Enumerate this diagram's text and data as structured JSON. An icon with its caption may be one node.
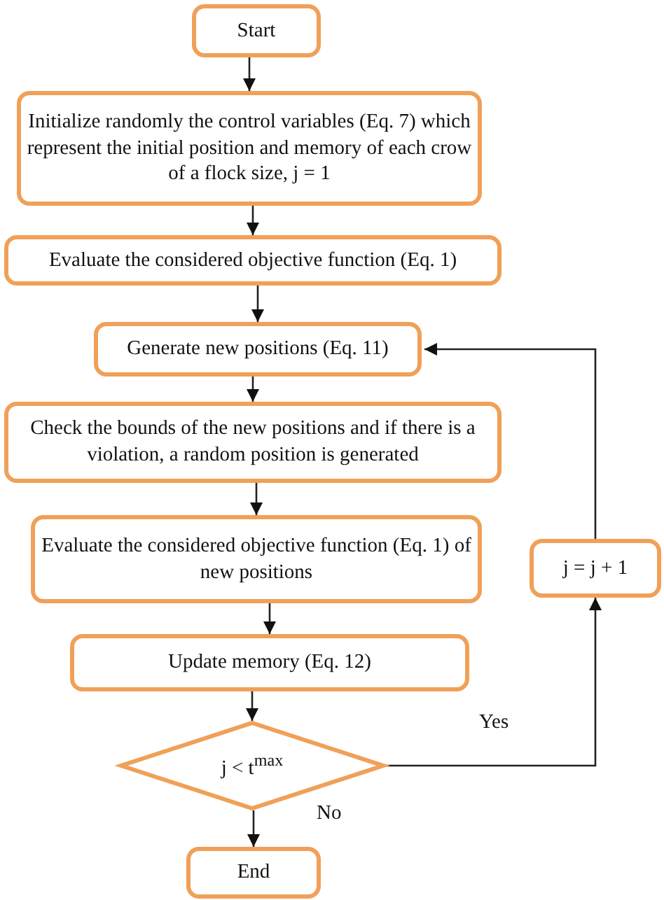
{
  "diagram": {
    "nodes": [
      {
        "text": [
          "Start"
        ]
      },
      {
        "text": [
          "Initialize randomly the control variables (Eq. 7) which represent the initial position and memory of each crow of a flock size, j = 1"
        ]
      },
      {
        "text": [
          "Evaluate the considered objective function (Eq. 1)"
        ]
      },
      {
        "text": [
          "Generate new positions (Eq. 11)"
        ]
      },
      {
        "text": [
          "Check the bounds of the new positions and if there is a violation, a random position is generated"
        ]
      },
      {
        "text": [
          "Evaluate the considered objective function (Eq. 1) of new positions"
        ]
      },
      {
        "text": [
          "Update memory (Eq. 12)"
        ]
      },
      {
        "text": [
          "j < t$^{max}$"
        ]
      },
      {
        "text": [
          "End"
        ]
      },
      {
        "text": [
          "j = j + 1"
        ]
      }
    ],
    "edges": [
      {
        "from": 0,
        "to": 1,
        "arrow": "to"
      },
      {
        "from": 1,
        "to": 2,
        "arrow": "to"
      },
      {
        "from": 2,
        "to": 3,
        "arrow": "to"
      },
      {
        "from": 3,
        "to": 4,
        "arrow": "to"
      },
      {
        "from": 4,
        "to": 5,
        "arrow": "to"
      },
      {
        "from": 5,
        "to": 6,
        "arrow": "to"
      },
      {
        "from": 6,
        "to": 7,
        "arrow": "to"
      },
      {
        "from": 7,
        "to": 8,
        "label": "No",
        "arrow": "to"
      },
      {
        "from": 7,
        "to": 9,
        "label": "Yes",
        "arrow": "to"
      },
      {
        "from": 9,
        "to": 3,
        "arrow": "to"
      }
    ]
  }
}
